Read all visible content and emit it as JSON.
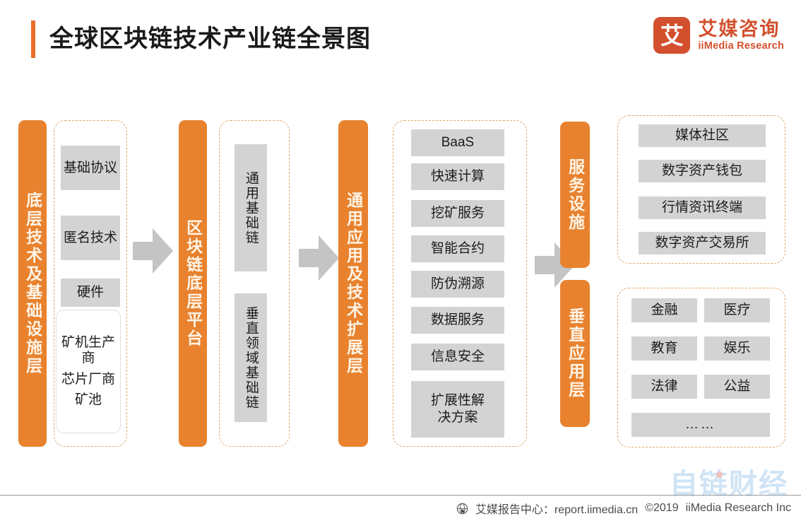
{
  "header": {
    "title": "全球区块链技术产业链全景图",
    "logo": {
      "mark": "艾",
      "name_cn": "艾媒咨询",
      "name_en": "iiMedia Research"
    }
  },
  "chart_data": {
    "type": "diagram",
    "title": "全球区块链技术产业链全景图",
    "layers": [
      {
        "id": "infrastructure",
        "label": "底层技术及基础设施层",
        "items": [
          "基础协议",
          "匿名技术",
          "硬件"
        ],
        "sub_box": [
          "矿机生产商",
          "芯片厂商",
          "矿池"
        ]
      },
      {
        "id": "underlying-platform",
        "label": "区块链底层平台",
        "items": [
          "通用基础链",
          "垂直领域基础链"
        ]
      },
      {
        "id": "general-application",
        "label": "通用应用及技术扩展层",
        "items": [
          "BaaS",
          "快速计算",
          "挖矿服务",
          "智能合约",
          "防伪溯源",
          "数据服务",
          "信息安全",
          "扩展性解决方案"
        ]
      },
      {
        "id": "service-facility",
        "label": "服务设施",
        "items": [
          "媒体社区",
          "数字资产钱包",
          "行情资讯终端",
          "数字资产交易所"
        ]
      },
      {
        "id": "vertical-application",
        "label": "垂直应用层",
        "items": [
          "金融",
          "医疗",
          "教育",
          "娱乐",
          "法律",
          "公益",
          "……"
        ]
      }
    ],
    "flow_arrows": 3,
    "colors": {
      "accent_orange": "#E8822E",
      "chip_gray": "#D3D3D3",
      "dashed_border": "#E0A868",
      "arrow_gray": "#C4C4C4",
      "logo_red": "#D2502E",
      "watermark_blue": "#CFE4F5"
    }
  },
  "footer": {
    "report_center": "艾媒报告中心：report.iimedia.cn",
    "copyright": "©2019",
    "company": "iiMedia Research  Inc"
  },
  "watermark": {
    "text": "自链财经"
  }
}
